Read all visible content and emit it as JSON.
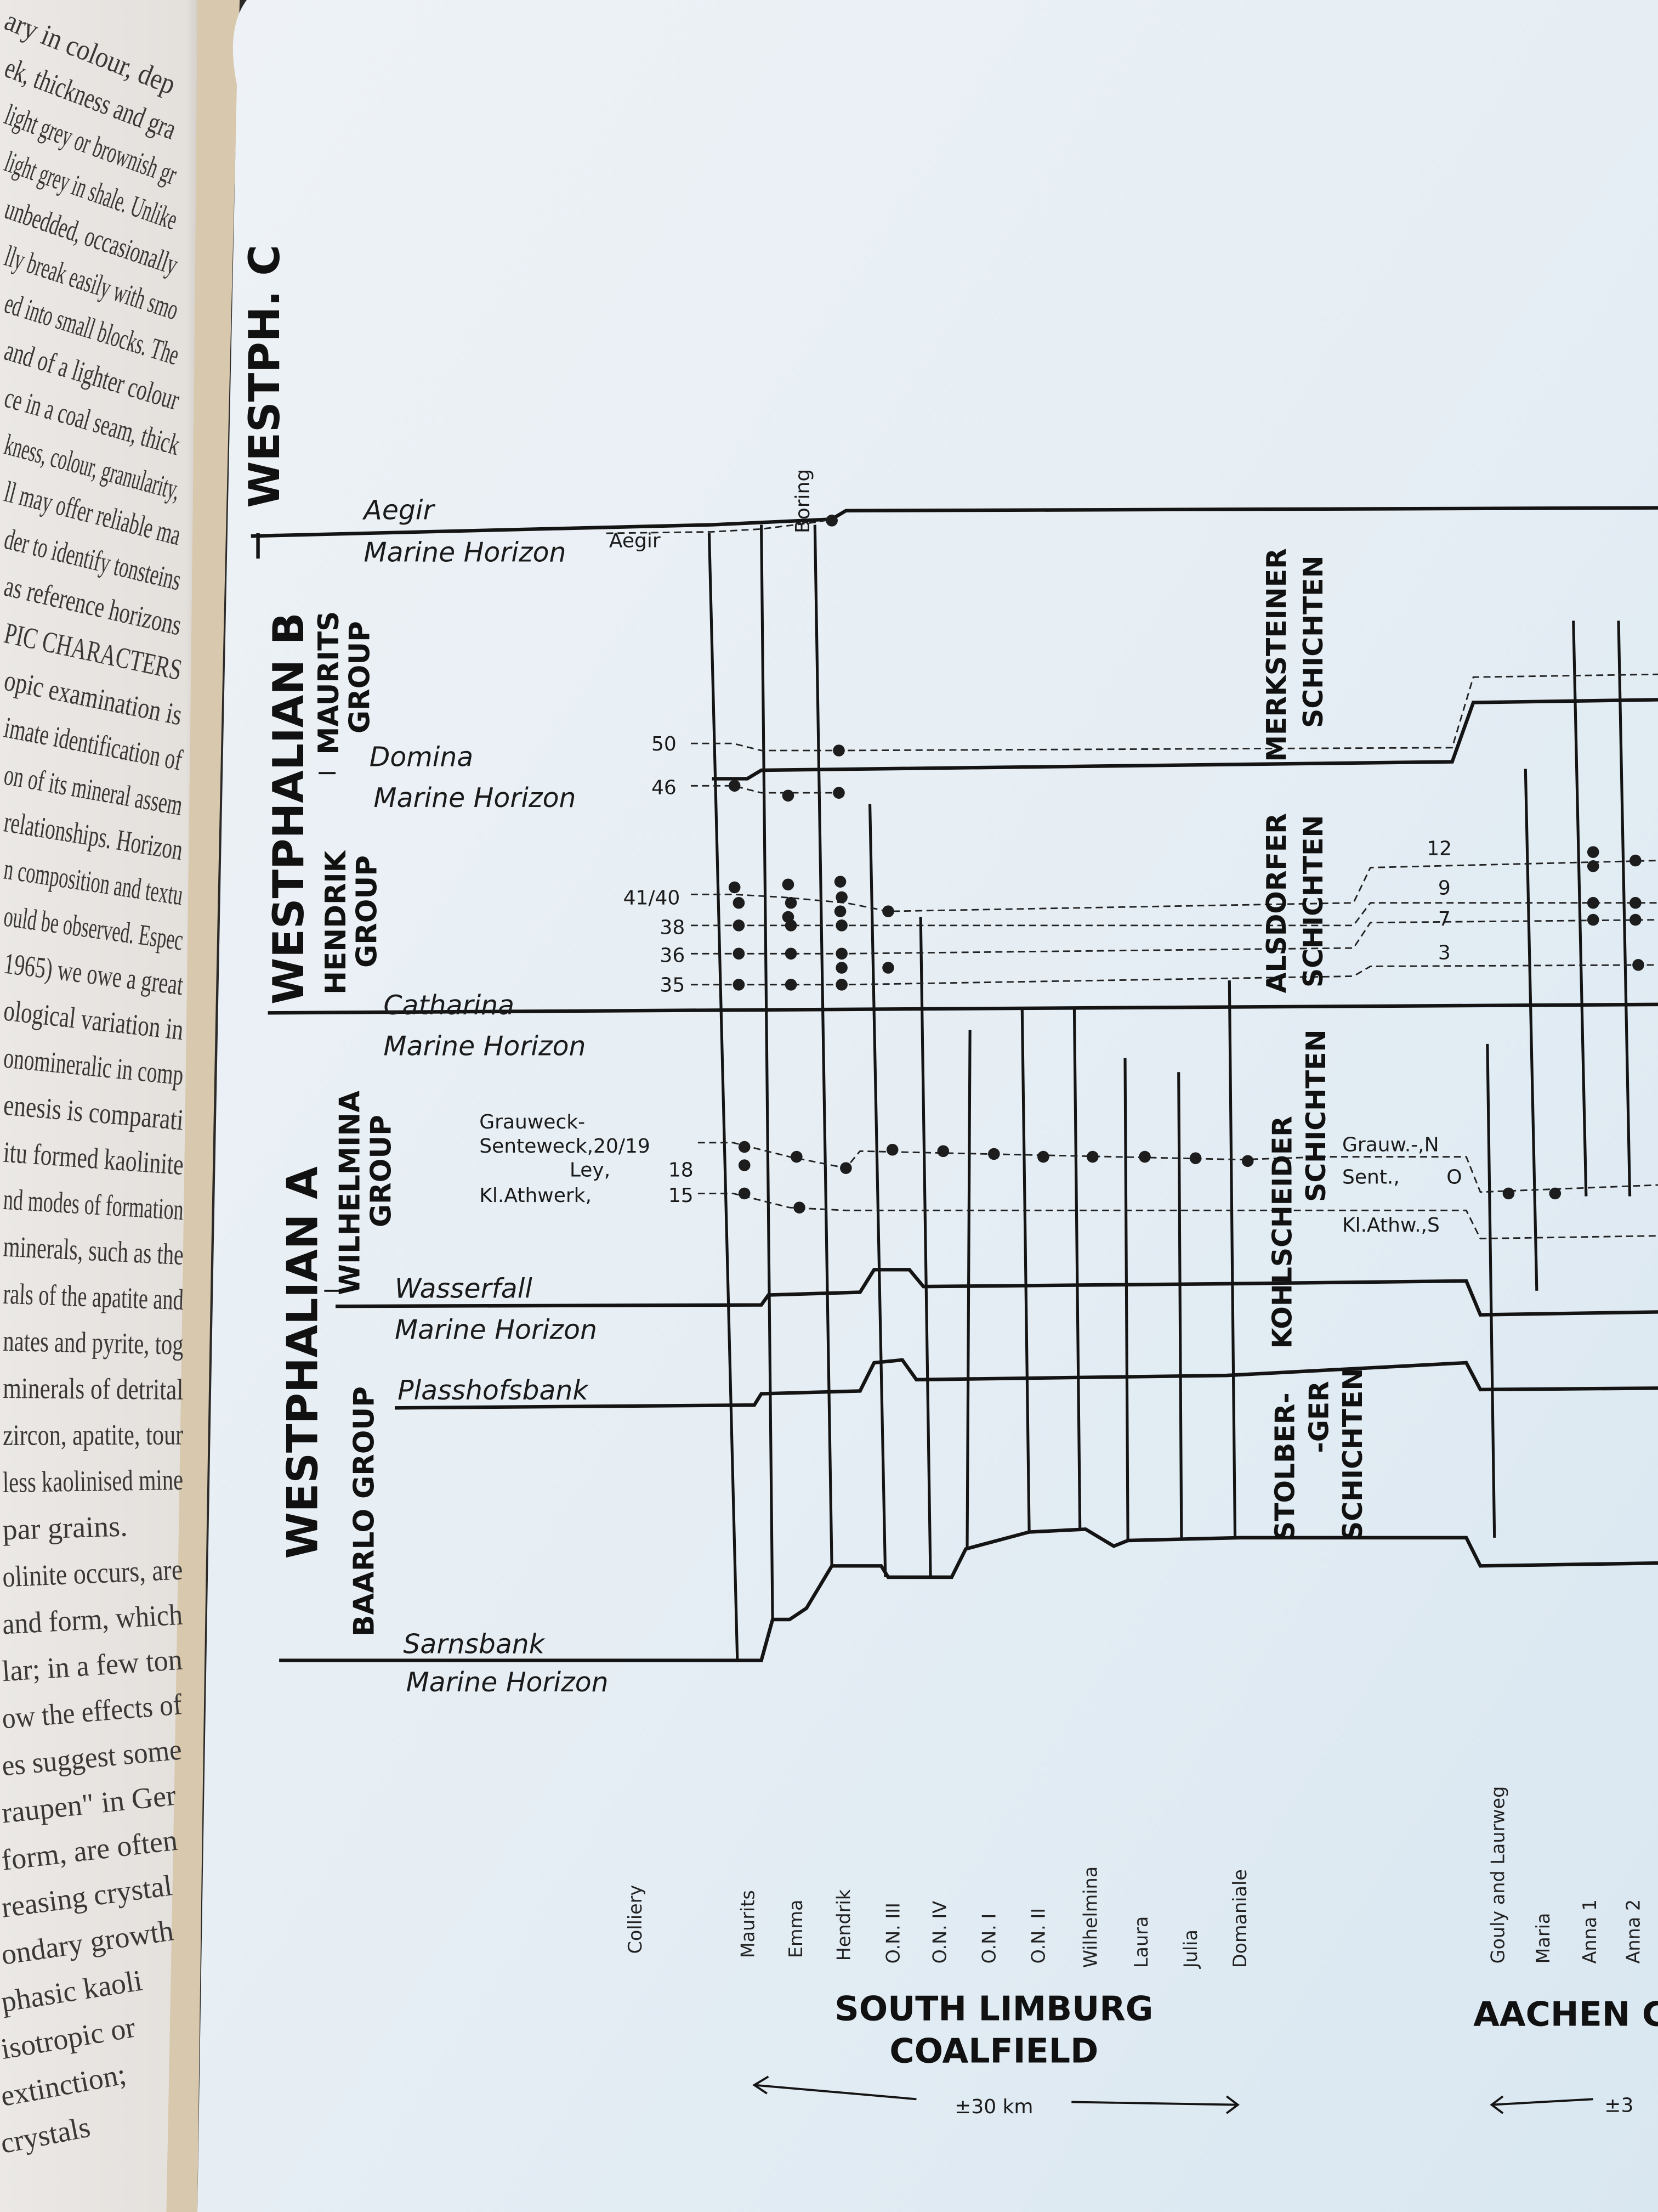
{
  "left_page": {
    "lines": [
      "ary in colour, dep",
      "ek, thickness and gra",
      "light grey or brownish gr",
      "light grey in shale. Unlike",
      "unbedded, occasionally",
      "lly break easily with smo",
      "ed into small blocks. The",
      "and of a lighter colour",
      "ce in a coal seam, thick",
      "kness, colour, granularity,",
      "ll may offer reliable ma",
      "der to identify tonsteins",
      "as reference horizons",
      "PIC CHARACTERS",
      "opic examination is",
      "imate identification of",
      "on of its mineral assem",
      "relationships. Horizon",
      "n composition and textu",
      "ould be observed. Espec",
      "1965) we owe a great",
      "ological variation in",
      "onomineralic in comp",
      "enesis is comparati",
      "itu formed kaolinite",
      "nd modes of formation",
      "minerals, such as the",
      "rals of the apatite and",
      "nates and pyrite, tog",
      "minerals of detrital",
      "zircon, apatite, tour",
      "less kaolinised mine",
      "par grains.",
      "olinite occurs, are",
      "and form, which",
      "lar; in a few ton",
      "ow the effects of",
      "es suggest some",
      "raupen\" in Ger",
      "form, are often",
      "reasing crystal",
      "ondary growth",
      "phasic kaoli",
      "isotropic or",
      "extinction;",
      "crystals"
    ]
  },
  "diagram": {
    "stages": {
      "westph_c": "WESTPH. C",
      "westph_b": "WESTPHALIAN B",
      "westph_a": "WESTPHALIAN A"
    },
    "groups": {
      "maurits": [
        "MAURITS",
        "GROUP"
      ],
      "hendrik": [
        "HENDRIK",
        "GROUP"
      ],
      "wilhelmina": [
        "WILHELMINA",
        "GROUP"
      ],
      "baarlo": "BAARLO GROUP"
    },
    "horizons": {
      "aegir": "Aegir",
      "aegir_mh": "Marine Horizon",
      "domina": "Domina",
      "domina_mh": "Marine Horizon",
      "catharina": "Catharina",
      "catharina_mh": "Marine Horizon",
      "wasserfall": "Wasserfall",
      "wasserfall_mh": "Marine Horizon",
      "plasshofsbank": "Plasshofsbank",
      "sarnsbank": "Sarnsbank",
      "sarnsbank_mh": "Marine Horizon"
    },
    "seams": {
      "aegir_small": "Aegir",
      "s50": "50",
      "s46": "46",
      "s41_40": "41/40",
      "s38": "38",
      "s36": "36",
      "s35": "35",
      "grauweck": "Grauweck-",
      "senteweck": "Senteweck,20/19",
      "ley": "Ley,",
      "ley_no": "18",
      "athwerk": "Kl.Athwerk,",
      "athwerk_no": "15",
      "boring": "Boring"
    },
    "aachen_units": {
      "merksteiner": [
        "MERKSTEINER",
        "SCHICHTEN"
      ],
      "alsdorfer": [
        "ALSDORFER",
        "SCHICHTEN"
      ],
      "kohlscheider": [
        "KOHLSCHEIDER",
        "SCHICHTEN"
      ],
      "stolberger": [
        "STOLBER-",
        "-GER",
        "SCHICHTEN"
      ]
    },
    "aachen_seams": {
      "s12": "12",
      "s9": "9",
      "s7": "7",
      "s3": "3",
      "grauw": "Grauw.-,N",
      "sent": "Sent.,",
      "sent_no": "O",
      "athw": "Kl.Athw.,S"
    },
    "collieries_header": "Colliery",
    "south_limburg_collieries": [
      "Maurits",
      "Emma",
      "Hendrik",
      "O.N. III",
      "O.N. IV",
      "O.N. I",
      "O.N. II",
      "Wilhelmina",
      "Laura",
      "Julia",
      "Domaniale"
    ],
    "aachen_collieries": [
      "Gouly and Laurweg",
      "Maria",
      "Anna 1",
      "Anna 2"
    ],
    "south_limburg_title": [
      "SOUTH LIMBURG",
      "COALFIELD"
    ],
    "south_limburg_scale": "±30 km",
    "aachen_title": "AACHEN C",
    "aachen_scale": "±3"
  }
}
